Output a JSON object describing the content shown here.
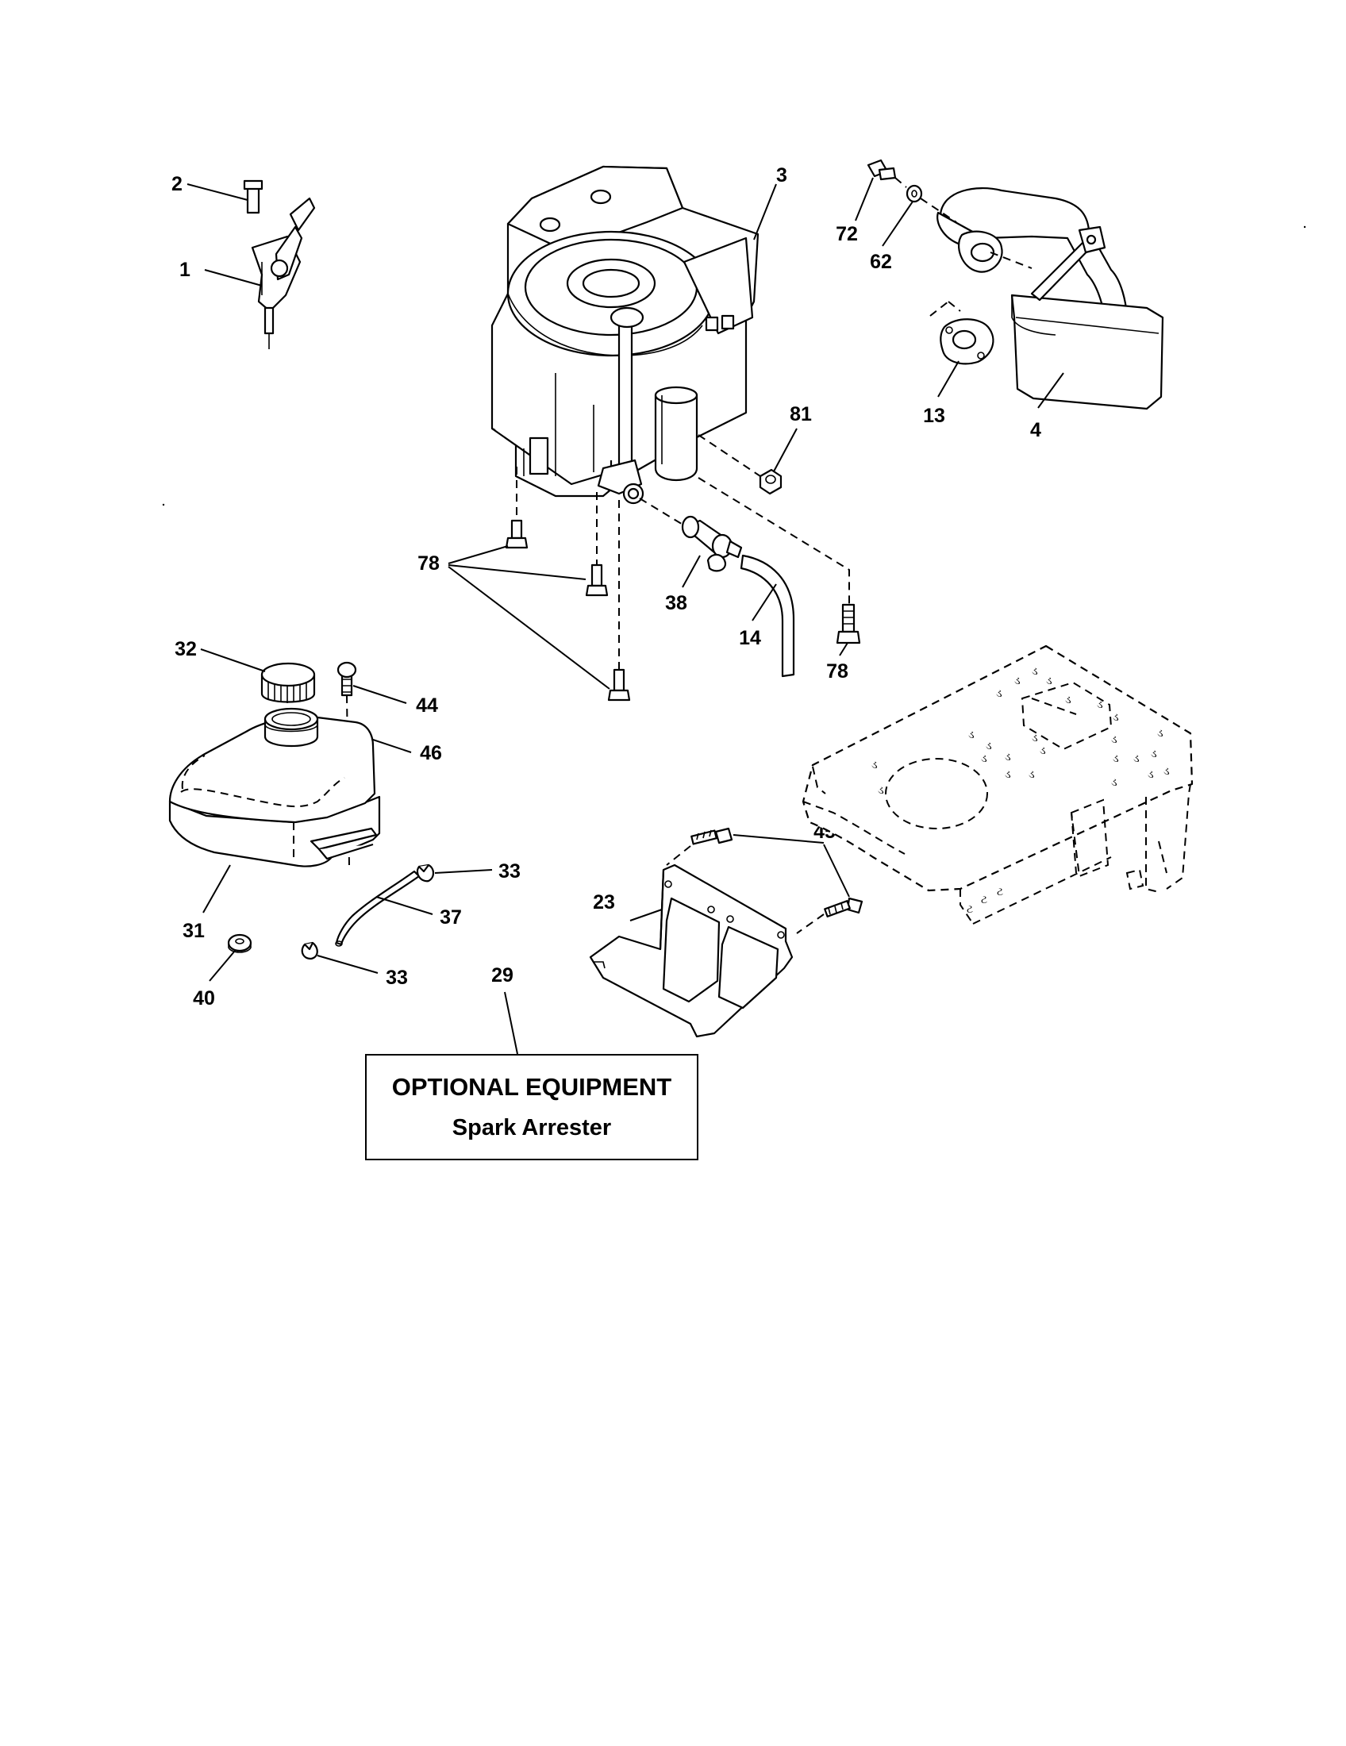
{
  "labels": {
    "l1": "1",
    "l2": "2",
    "l3": "3",
    "l4": "4",
    "l13": "13",
    "l14": "14",
    "l23": "23",
    "l29": "29",
    "l31": "31",
    "l32": "32",
    "l33a": "33",
    "l33b": "33",
    "l37": "37",
    "l38": "38",
    "l40": "40",
    "l44": "44",
    "l45": "45",
    "l46": "46",
    "l62": "62",
    "l72": "72",
    "l78a": "78",
    "l78b": "78",
    "l81": "81"
  },
  "optional_box": {
    "title": "OPTIONAL EQUIPMENT",
    "subtitle": "Spark Arrester"
  }
}
